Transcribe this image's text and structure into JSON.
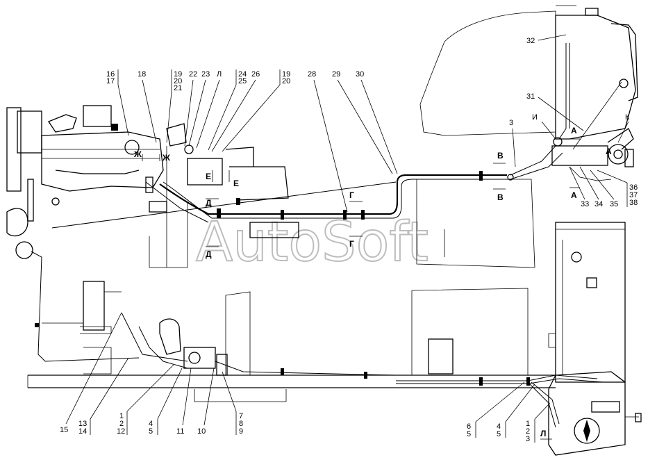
{
  "watermark": "AutoSoft",
  "callouts_top": [
    {
      "id": "c-16-17",
      "lines": [
        "16",
        "17"
      ]
    },
    {
      "id": "c-18",
      "lines": [
        "18"
      ]
    },
    {
      "id": "c-19-20-21",
      "lines": [
        "19",
        "20",
        "21"
      ]
    },
    {
      "id": "c-22",
      "lines": [
        "22"
      ]
    },
    {
      "id": "c-23",
      "lines": [
        "23"
      ]
    },
    {
      "id": "c-L",
      "lines": [
        "Л"
      ]
    },
    {
      "id": "c-24-25",
      "lines": [
        "24",
        "25"
      ]
    },
    {
      "id": "c-26",
      "lines": [
        "26"
      ]
    },
    {
      "id": "c-19-20",
      "lines": [
        "19",
        "20"
      ]
    },
    {
      "id": "c-28",
      "lines": [
        "28"
      ]
    },
    {
      "id": "c-29",
      "lines": [
        "29"
      ]
    },
    {
      "id": "c-30",
      "lines": [
        "30"
      ]
    }
  ],
  "callouts_right": [
    {
      "id": "c-32",
      "lines": [
        "32"
      ]
    },
    {
      "id": "c-31",
      "lines": [
        "31"
      ]
    },
    {
      "id": "c-3",
      "lines": [
        "3"
      ]
    },
    {
      "id": "c-I",
      "lines": [
        "И"
      ]
    },
    {
      "id": "c-K",
      "lines": [
        "К"
      ]
    },
    {
      "id": "c-33",
      "lines": [
        "33"
      ]
    },
    {
      "id": "c-34",
      "lines": [
        "34"
      ]
    },
    {
      "id": "c-35",
      "lines": [
        "35"
      ]
    },
    {
      "id": "c-36-37-38",
      "lines": [
        "36",
        "37",
        "38"
      ]
    }
  ],
  "callouts_bottom": [
    {
      "id": "c-15",
      "lines": [
        "15"
      ]
    },
    {
      "id": "c-13-14",
      "lines": [
        "13",
        "14"
      ]
    },
    {
      "id": "c-1-2-12",
      "lines": [
        "1",
        "2",
        "12"
      ]
    },
    {
      "id": "c-4-5-left",
      "lines": [
        "4",
        "5"
      ]
    },
    {
      "id": "c-11",
      "lines": [
        "11"
      ]
    },
    {
      "id": "c-10",
      "lines": [
        "10"
      ]
    },
    {
      "id": "c-7-8-9",
      "lines": [
        "7",
        "8",
        "9"
      ]
    },
    {
      "id": "c-6-5",
      "lines": [
        "6",
        "5"
      ]
    },
    {
      "id": "c-4-5-right",
      "lines": [
        "4",
        "5"
      ]
    },
    {
      "id": "c-1-2-3",
      "lines": [
        "1",
        "2",
        "3"
      ]
    }
  ],
  "section_marks": {
    "zh_left": "Ж",
    "zh_right": "Ж",
    "e_left": "Е",
    "e_right": "Е",
    "d_top": "Д",
    "d_bottom": "Д",
    "g_top": "Г",
    "g_bottom": "Г",
    "v_top": "В",
    "v_bottom": "В",
    "a_top": "А",
    "a_bottom": "А",
    "a_pump": "А",
    "l_bottom": "Л"
  }
}
